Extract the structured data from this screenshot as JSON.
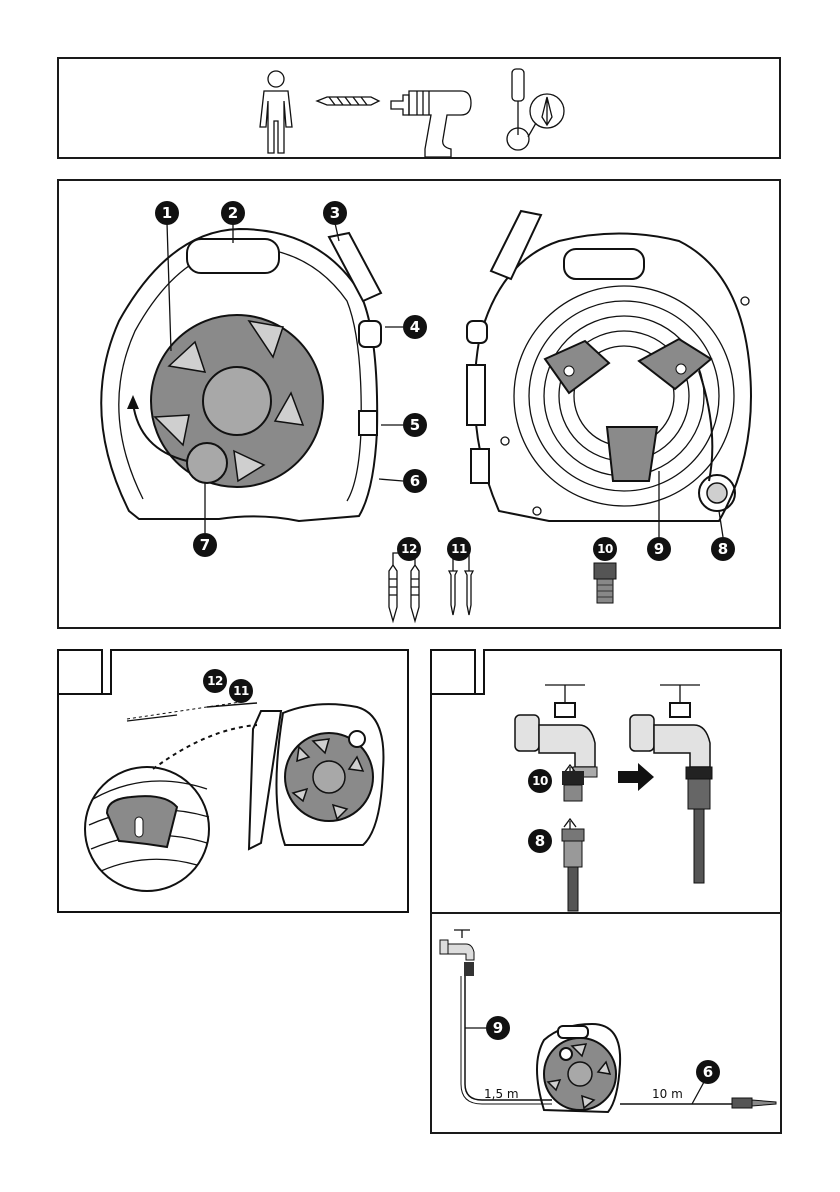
{
  "tools_panel": {
    "icons": [
      "person-icon",
      "drill-bit-icon",
      "power-drill-icon",
      "screwdriver-icon"
    ]
  },
  "parts_panel": {
    "callouts": [
      "1",
      "2",
      "3",
      "4",
      "5",
      "6",
      "7",
      "8",
      "9",
      "10",
      "11",
      "12"
    ]
  },
  "mounting_panel": {
    "callouts": [
      "12",
      "11"
    ]
  },
  "connection_panel": {
    "callouts": [
      "10",
      "8"
    ]
  },
  "layout_panel": {
    "callouts": [
      "9",
      "6"
    ],
    "hose_short_length": "1,5 m",
    "hose_long_length": "10 m"
  },
  "colors": {
    "line": "#111111",
    "reel_grey": "#8a8a8a",
    "light_grey": "#cfcfcf"
  }
}
